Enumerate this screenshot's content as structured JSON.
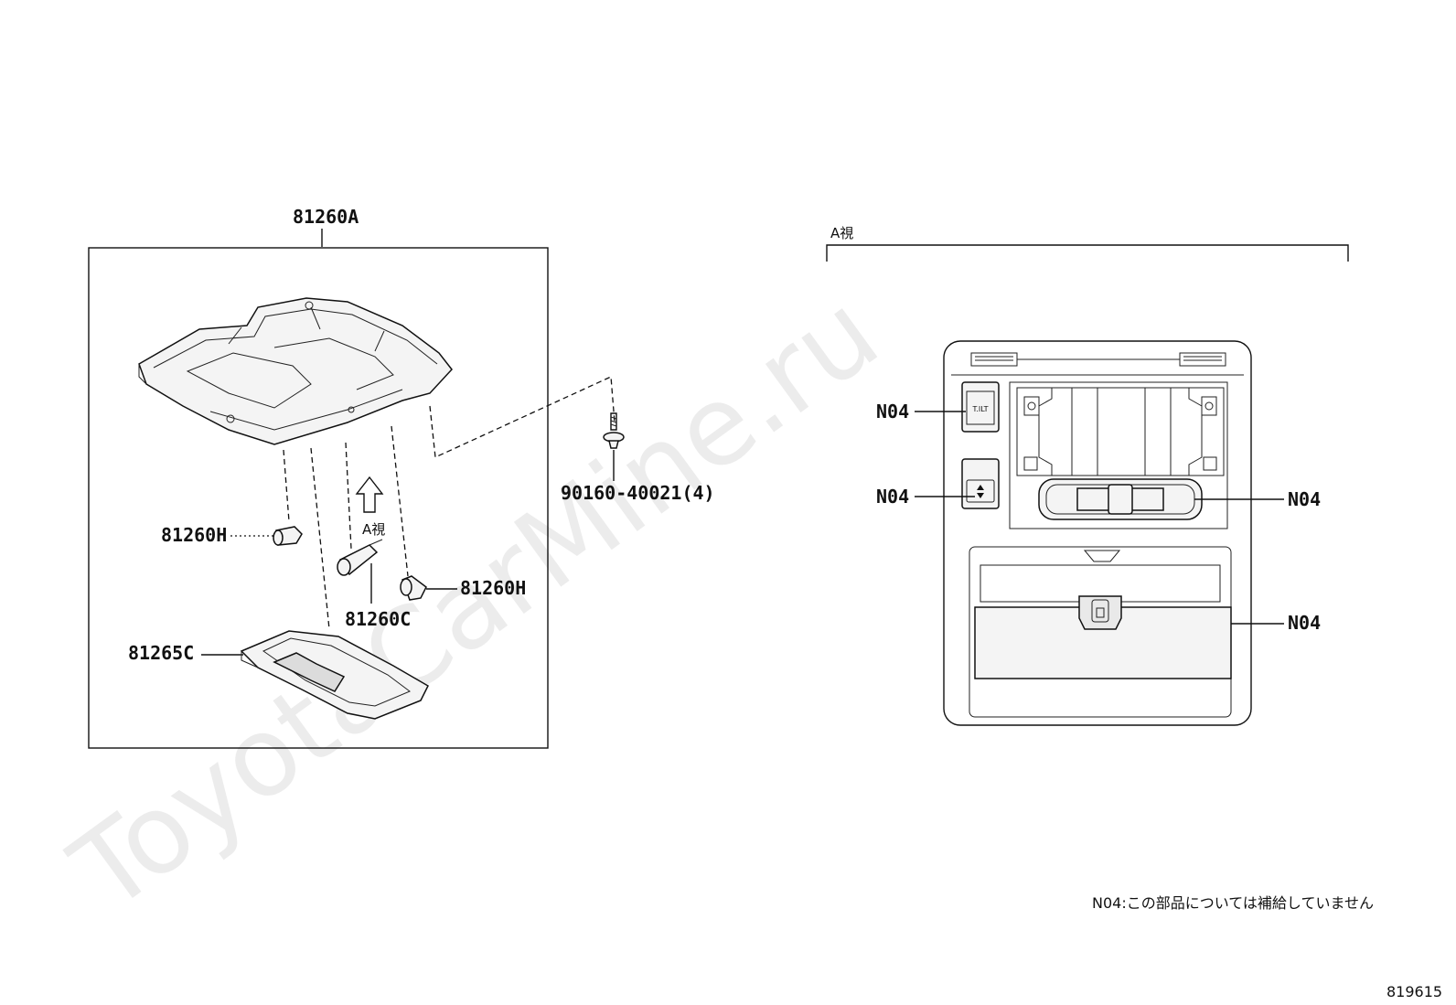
{
  "watermark": "ToyotaCarMine.ru",
  "callouts": {
    "assembly": "81260A",
    "bulb_left": "81260H",
    "bulb_right": "81260H",
    "bulb_center": "81260C",
    "lens": "81265C",
    "screw": "90160-40021(4)",
    "view_arrow": "A視"
  },
  "view_panel": {
    "title": "A視",
    "labels": [
      "N04",
      "N04",
      "N04",
      "N04"
    ],
    "switch_text": "T.ILT"
  },
  "footnote": "N04:この部品については補給していません",
  "diagram_code": "819615"
}
